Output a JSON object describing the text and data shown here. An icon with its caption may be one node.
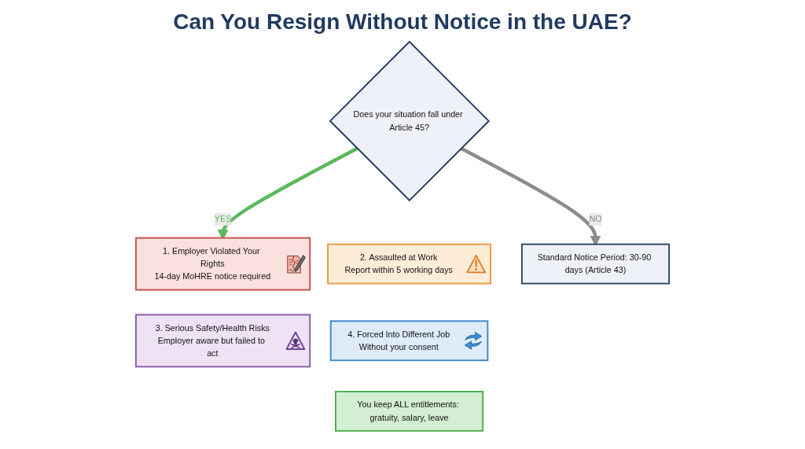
{
  "diagram": {
    "title": "Can You Resign Without Notice in the UAE?",
    "nodes": [
      {
        "text": [
          "Does your situation fall under Article 45?"
        ]
      },
      {
        "text": [
          "1. Employer Violated Your Rights",
          "14-day MoHRE notice required"
        ]
      },
      {
        "text": [
          "2. Assaulted at Work",
          "Report within 5 working days"
        ]
      },
      {
        "text": [
          "Standard Notice Period: 30-90 days (Article 43)"
        ]
      },
      {
        "text": [
          "3. Serious Safety/Health Risks",
          "Employer aware but failed to act"
        ]
      },
      {
        "text": [
          "4. Forced Into Different Job",
          "Without your consent"
        ]
      },
      {
        "text": [
          "You keep ALL entitlements: gratuity, salary, leave"
        ]
      }
    ],
    "edges": [
      {
        "from": 0,
        "to": 1,
        "arrow": "to",
        "label": "YES",
        "color": "#5cb85c"
      },
      {
        "from": 0,
        "to": 3,
        "arrow": "to",
        "label": "NO",
        "color": "#8c8c8c"
      }
    ]
  }
}
